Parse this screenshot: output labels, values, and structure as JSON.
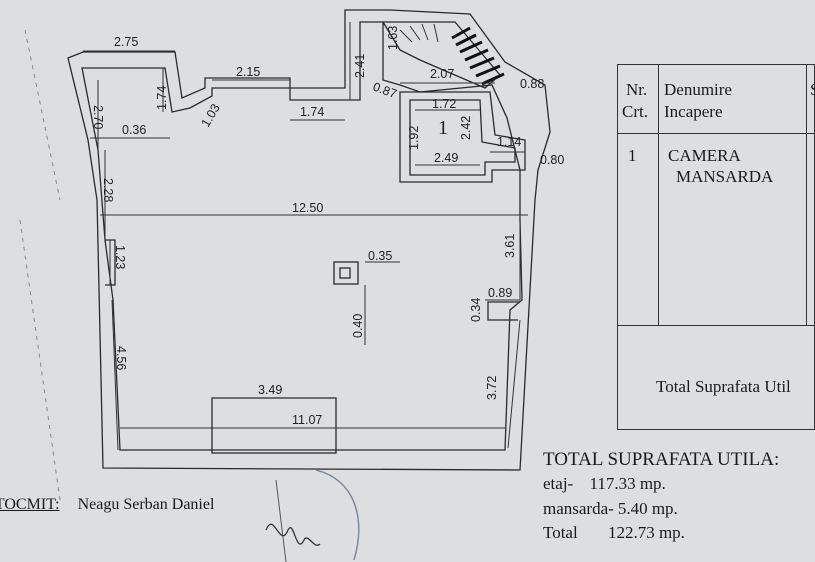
{
  "plan": {
    "room_number": "1",
    "dims": [
      {
        "id": "d-2-75",
        "text": "2.75"
      },
      {
        "id": "d-2-15",
        "text": "2.15"
      },
      {
        "id": "d-2-41",
        "text": "2.41"
      },
      {
        "id": "d-1-63",
        "text": "1.63"
      },
      {
        "id": "d-2-07",
        "text": "2.07"
      },
      {
        "id": "d-0-88",
        "text": "0.88"
      },
      {
        "id": "d-0-87",
        "text": "0.87"
      },
      {
        "id": "d-1-72",
        "text": "1.72"
      },
      {
        "id": "d-1-74a",
        "text": "1.74"
      },
      {
        "id": "d-1-74b",
        "text": "1.74"
      },
      {
        "id": "d-2-70",
        "text": "2.70"
      },
      {
        "id": "d-0-36",
        "text": "0.36"
      },
      {
        "id": "d-1-03",
        "text": "1.03"
      },
      {
        "id": "d-1-92",
        "text": "1.92"
      },
      {
        "id": "d-2-42",
        "text": "2.42"
      },
      {
        "id": "d-2-49",
        "text": "2.49"
      },
      {
        "id": "d-1-14",
        "text": "1.14"
      },
      {
        "id": "d-0-80",
        "text": "0.80"
      },
      {
        "id": "d-2-28",
        "text": "2.28"
      },
      {
        "id": "d-12-50",
        "text": "12.50"
      },
      {
        "id": "d-3-61",
        "text": "3.61"
      },
      {
        "id": "d-0-35",
        "text": "0.35"
      },
      {
        "id": "d-1-23",
        "text": "1.23"
      },
      {
        "id": "d-0-89",
        "text": "0.89"
      },
      {
        "id": "d-0-34",
        "text": "0.34"
      },
      {
        "id": "d-0-40",
        "text": "0.40"
      },
      {
        "id": "d-4-56",
        "text": "4.56"
      },
      {
        "id": "d-3-72",
        "text": "3.72"
      },
      {
        "id": "d-3-49",
        "text": "3.49"
      },
      {
        "id": "d-11-07",
        "text": "11.07"
      }
    ]
  },
  "table": {
    "col1_header": [
      "Nr.",
      "Crt."
    ],
    "col2_header": [
      "Denumire",
      "Incapere"
    ],
    "col3_header_fragment": "S",
    "row1_nr": "1",
    "row1_name": [
      "CAMERA",
      "MANSARDA"
    ],
    "total_label": "Total Suprafata Util"
  },
  "summary": {
    "title": "TOTAL SUPRAFATA UTILA:",
    "etaj_label": "etaj-",
    "etaj_value": "117.33 mp.",
    "mansarda_label": "mansarda-",
    "mansarda_value": "5.40 mp.",
    "total_label": "Total",
    "total_value": "122.73 mp."
  },
  "footer": {
    "label": "ÎNTOCMIT:",
    "name": "Neagu Serban Daniel"
  }
}
